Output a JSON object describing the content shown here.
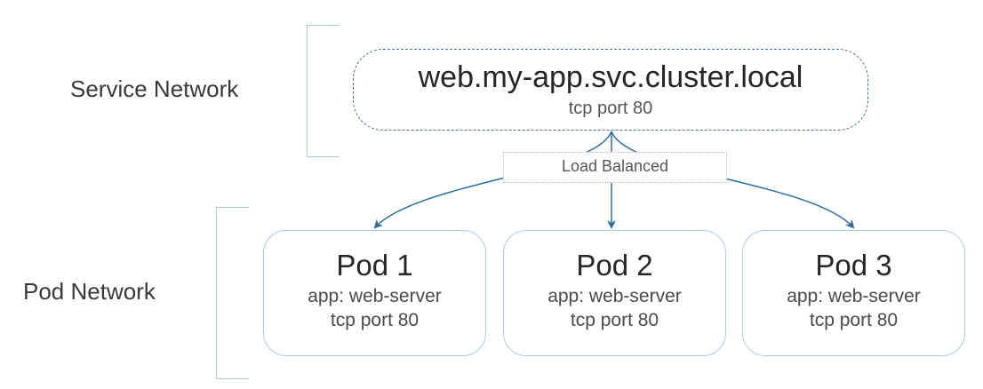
{
  "networks": {
    "service_label": "Service Network",
    "pod_label": "Pod Network"
  },
  "service": {
    "name": "web.my-app.svc.cluster.local",
    "port": "tcp port 80"
  },
  "load_balancer": {
    "label": "Load Balanced"
  },
  "pods": [
    {
      "name": "Pod 1",
      "app": "app: web-server",
      "port": "tcp port 80"
    },
    {
      "name": "Pod 2",
      "app": "app: web-server",
      "port": "tcp port 80"
    },
    {
      "name": "Pod 3",
      "app": "app: web-server",
      "port": "tcp port 80"
    }
  ],
  "colors": {
    "arrow": "#2e6e9e",
    "bracket": "#a9c9e0",
    "pod_border": "#a9cde6",
    "service_border": "#4f6f8a"
  }
}
